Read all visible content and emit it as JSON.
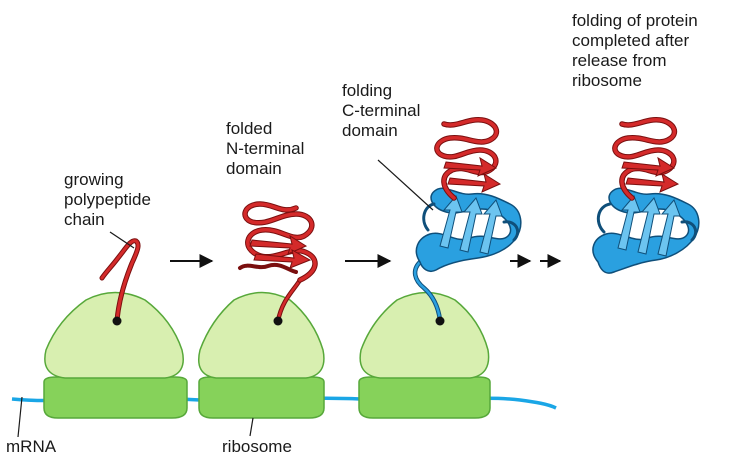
{
  "labels": {
    "growing": [
      "growing",
      "polypeptide",
      "chain"
    ],
    "folded_n": [
      "folded",
      "N-terminal",
      "domain"
    ],
    "folding_c": [
      "folding",
      "C-terminal",
      "domain"
    ],
    "completed": [
      "folding of protein",
      "completed after",
      "release from",
      "ribosome"
    ],
    "mrna": "mRNA",
    "ribosome": "ribosome"
  },
  "colors": {
    "ribosome_large": "#d8efb0",
    "ribosome_small": "#86d25a",
    "ribosome_outline": "#57a83a",
    "mrna": "#1aa6e6",
    "n_domain": "#d42a2a",
    "n_domain_dark": "#7a0f0f",
    "c_domain": "#2aa0e0",
    "c_domain_dark": "#0f4f7a",
    "arrow": "#111111",
    "text": "#1a1a1a"
  }
}
